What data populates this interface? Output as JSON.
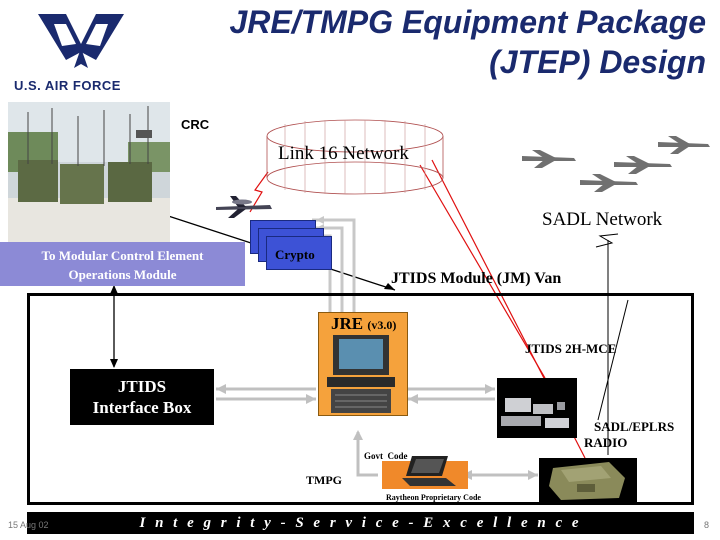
{
  "header": {
    "title_line1": "JRE/TMPG Equipment Package",
    "title_line2": "(JTEP) Design",
    "logo_text": "U.S. AIR FORCE"
  },
  "diagram": {
    "crc_label": "CRC",
    "link16_label": "Link 16 Network",
    "sadl_network_label": "SADL Network",
    "mce_line1": "To Modular Control Element",
    "mce_line2": "Operations Module",
    "crypto_label": "Crypto",
    "van_label": "JTIDS Module (JM) Van",
    "jre_label": "JRE",
    "jre_version": "(v3.0)",
    "mce_2h_label": "JTIDS 2H-MCE",
    "interface_line1": "JTIDS",
    "interface_line2": "Interface Box",
    "sadl_radio_line1": "SADL/EPLRS",
    "sadl_radio_line2": "RADIO",
    "govt_code_label": "Govt  Code",
    "tmpg_label": "TMPG",
    "raytheon_label": "Raytheon Proprietary Code"
  },
  "footer": {
    "date": "15 Aug 02",
    "motto": "I n t e g r i t y  -  S e r v i c e  -  E x c e l l e n c e",
    "page_number": "8"
  },
  "colors": {
    "title": "#1a2a6e",
    "mce_box": "#8c8ad6",
    "crypto": "#3d52d6",
    "jre_panel": "#f5a23c",
    "link_red": "#e01010"
  }
}
